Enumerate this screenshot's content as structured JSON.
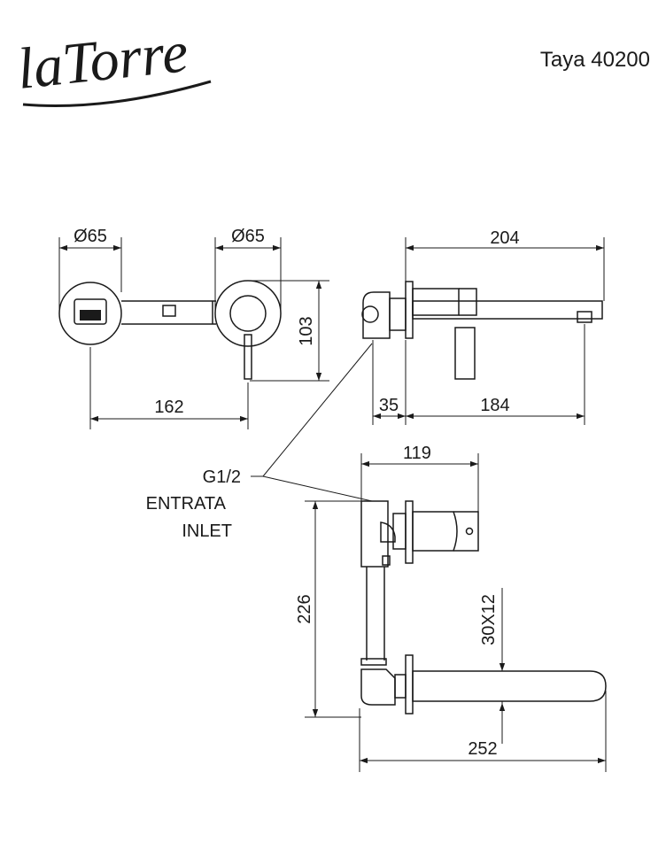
{
  "brand": {
    "logo_text": "laTorre"
  },
  "model": "Taya 40200",
  "front_view": {
    "dia_left": "Ø65",
    "dia_right": "Ø65",
    "height": "103",
    "centers": "162"
  },
  "side_view": {
    "length": "204",
    "depth": "35",
    "spout_reach": "184"
  },
  "top_view": {
    "width": "119",
    "height": "226",
    "spout_section": "30X12",
    "total_length": "252"
  },
  "inlet": {
    "thread": "G1/2",
    "label_it": "ENTRATA",
    "label_en": "INLET"
  }
}
